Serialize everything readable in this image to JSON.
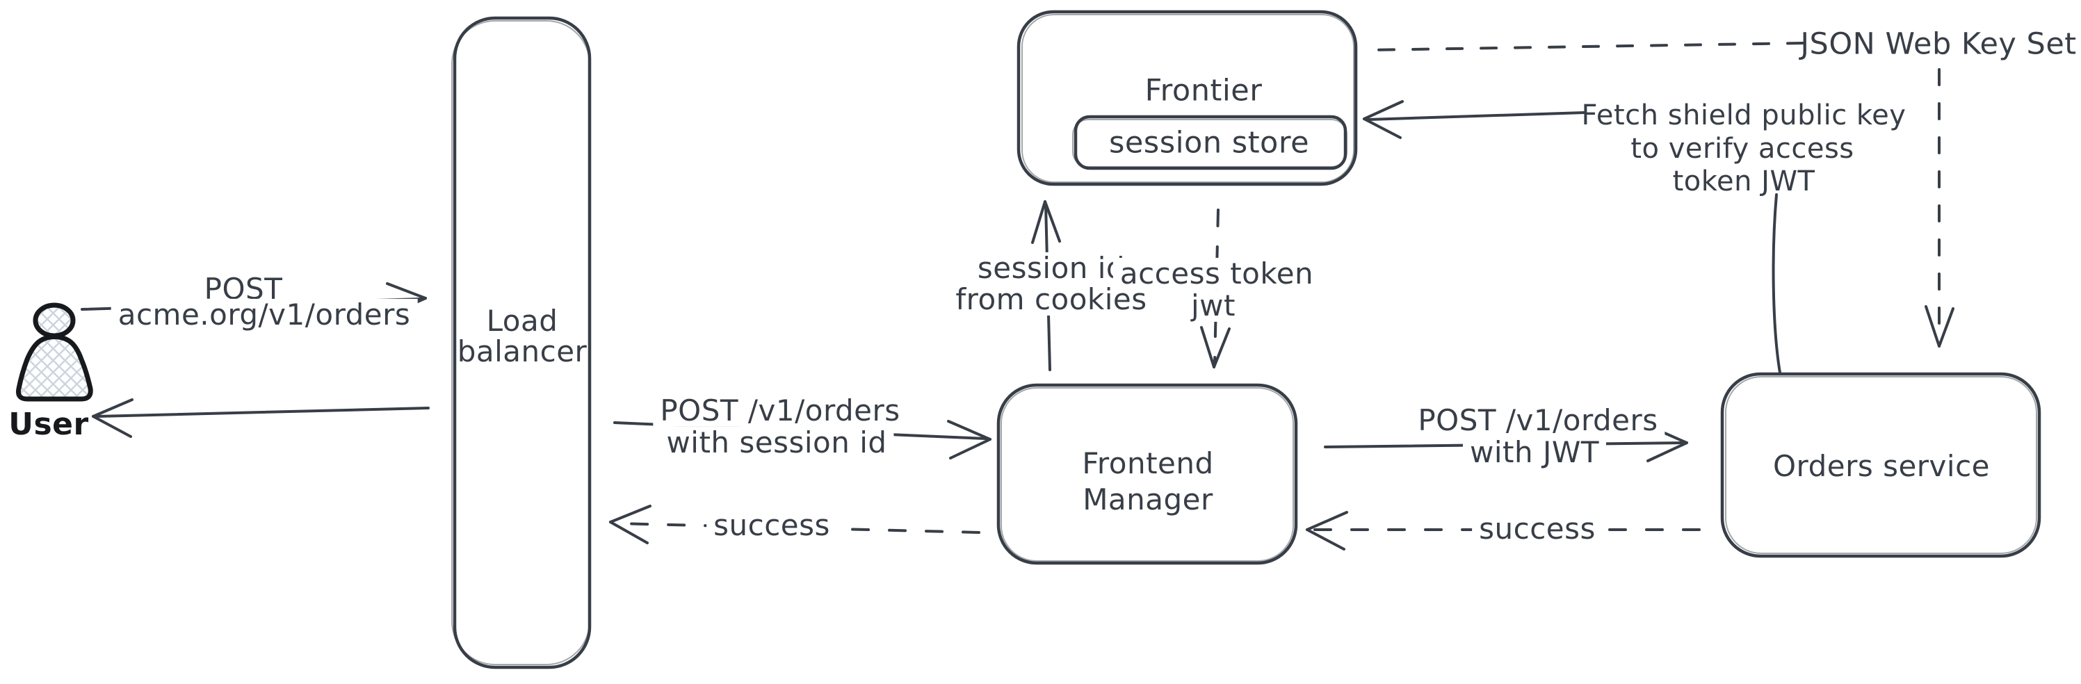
{
  "canvas": {
    "background": "#ffffff",
    "ink_color": "#383e47",
    "user_ink_color": "#17191d",
    "hatch_color": "#ccd5de"
  },
  "actors": {
    "user": {
      "label": "User"
    },
    "load_balancer": {
      "lines": [
        "Load",
        "balancer"
      ]
    },
    "frontier": {
      "label": "Frontier",
      "session_store": {
        "label": "session store"
      }
    },
    "frontend_manager": {
      "lines": [
        "Frontend",
        "Manager"
      ]
    },
    "orders_service": {
      "label": "Orders service"
    },
    "jwks": {
      "label": "JSON Web Key Set"
    }
  },
  "flows": {
    "user_to_lb": {
      "style": "solid",
      "lines": [
        "POST",
        "acme.org/v1/orders"
      ]
    },
    "lb_to_user": {
      "style": "solid",
      "label": ""
    },
    "lb_to_fm": {
      "style": "solid",
      "lines": [
        "POST /v1/orders",
        "with session id"
      ]
    },
    "fm_to_lb": {
      "style": "dashed",
      "label": "success"
    },
    "fm_to_frontier": {
      "style": "solid",
      "lines": [
        "session id",
        "from cookies"
      ]
    },
    "frontier_to_fm": {
      "style": "dashed",
      "lines": [
        "access token",
        "jwt"
      ]
    },
    "fm_to_orders": {
      "style": "solid",
      "lines": [
        "POST /v1/orders",
        "with JWT"
      ]
    },
    "orders_to_fm": {
      "style": "dashed",
      "label": "success"
    },
    "orders_to_frontier": {
      "style": "solid",
      "lines": [
        "Fetch shield public key",
        "to verify access",
        "token JWT"
      ]
    },
    "jwks_to_frontier": {
      "style": "dashed"
    },
    "jwks_to_orders": {
      "style": "dashed"
    }
  }
}
